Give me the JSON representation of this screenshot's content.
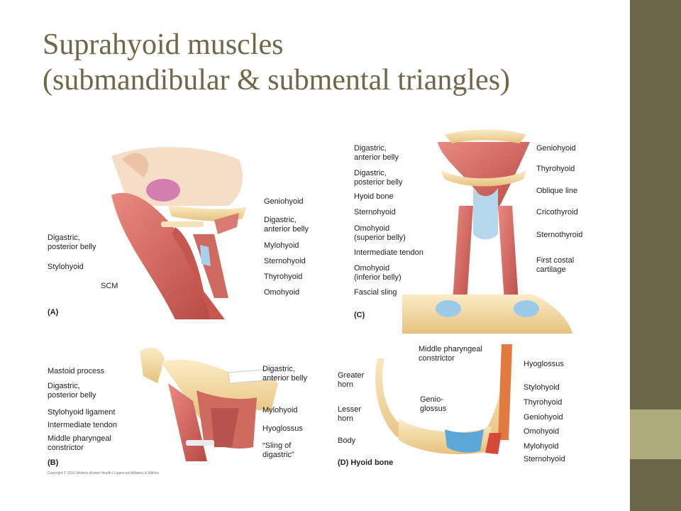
{
  "slide": {
    "title_line1": "Suprahyoid muscles",
    "title_line2": "(submandibular & submental triangles)"
  },
  "panels": {
    "A": {
      "tag": "(A)",
      "labels": [
        "Geniohyoid",
        "Digastric,\nanterior belly",
        "Mylohyoid",
        "Sternohyoid",
        "Thyrohyoid",
        "Omohyoid",
        "Digastric,\nposterior belly",
        "Stylohyoid",
        "SCM"
      ]
    },
    "B": {
      "tag": "(B)",
      "labels": [
        "Mastoid process",
        "Digastric,\nposterior belly",
        "Stylohyoid ligament",
        "Intermediate tendon",
        "Middle pharyngeal\nconstrictor",
        "Digastric,\nanterior belly",
        "Mylohyoid",
        "Hyoglossus",
        "“Sling of\ndigastric”"
      ],
      "copyright": "Copyright © 2010 Wolters Kluwer Health | Lippincott Williams & Wilkins"
    },
    "C": {
      "tag": "(C)",
      "labels": [
        "Digastric,\nanterior belly",
        "Digastric,\nposterior belly",
        "Hyoid bone",
        "Sternohyoid",
        "Omohyoid\n(superior belly)",
        "Intermediate tendon",
        "Omohyoid\n(inferior belly)",
        "Fascial sling",
        "Geniohyoid",
        "Thyrohyoid",
        "Oblique line",
        "Cricothyroid",
        "Sternothyroid",
        "First costal\ncartilage"
      ]
    },
    "D": {
      "tag": "(D) Hyoid bone",
      "labels": [
        "Middle pharyngeal\nconstrictor",
        "Greater\nhorn",
        "Lesser\nhorn",
        "Body",
        "Genio-\nglossus",
        "Hyoglossus",
        "Stylohyoid",
        "Thyrohyoid",
        "Geniohyoid",
        "Omohyoid",
        "Mylohyoid",
        "Sternohyoid"
      ]
    }
  },
  "colors": {
    "title": "#6e6748",
    "sidebar": "#6b6549",
    "sidebar_accent": "#b0ab7d",
    "muscle": "#d2655f",
    "bone": "#f2d9a0",
    "cartilage": "#8fc3e3"
  }
}
